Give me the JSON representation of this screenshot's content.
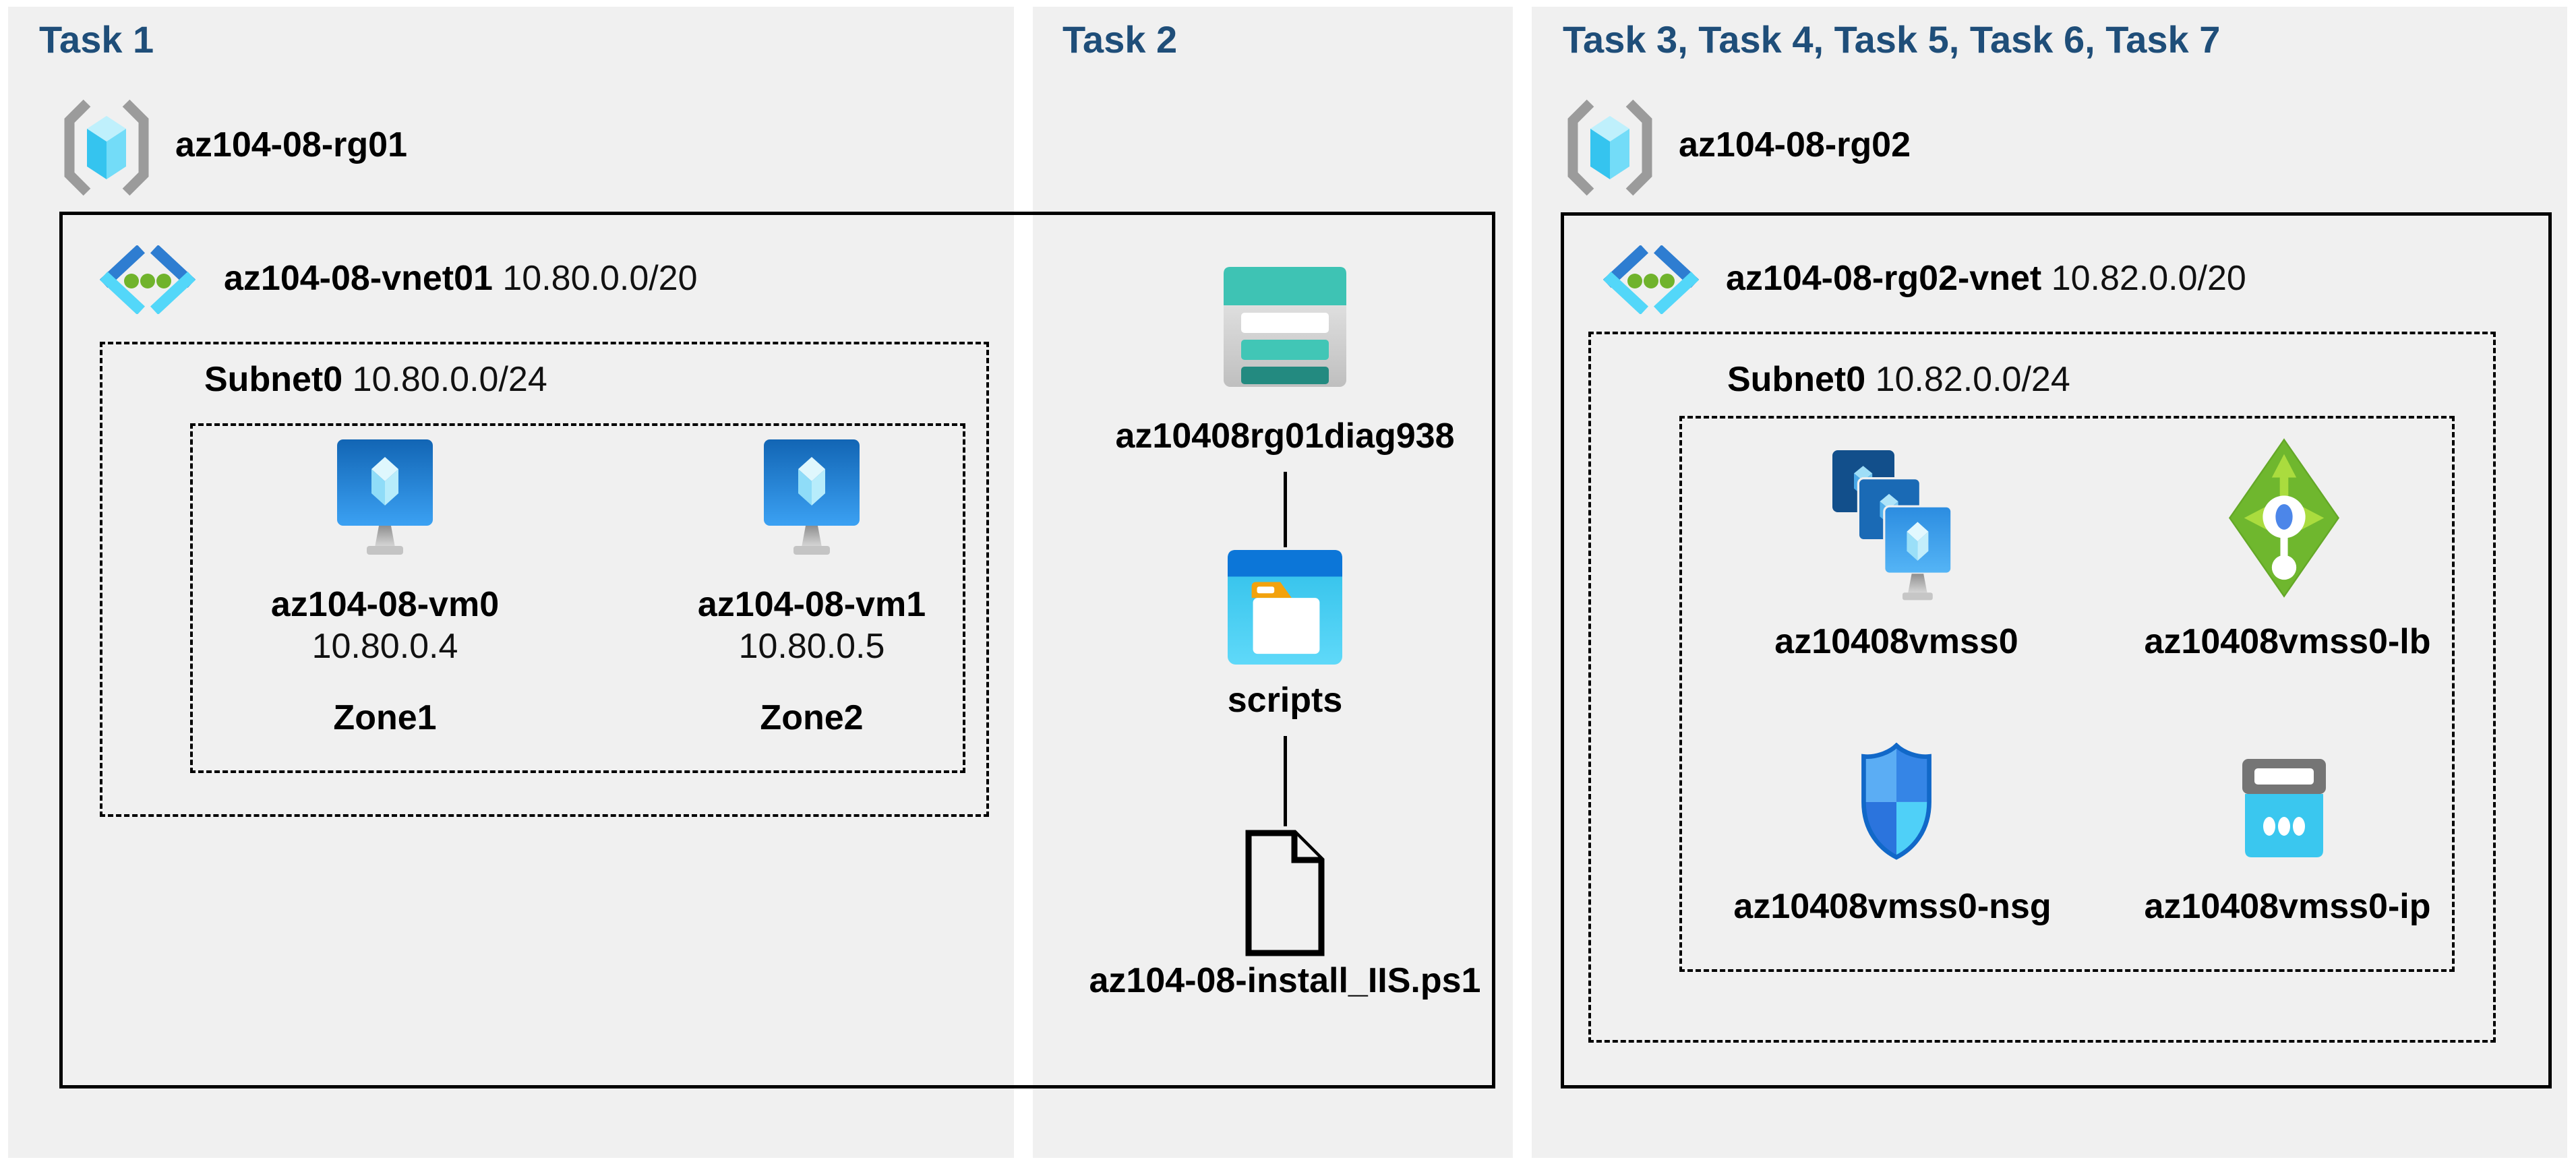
{
  "colors": {
    "header_text": "#1f4e79",
    "panel_background": "#f0f0f0",
    "outline": "#000000",
    "vnet_blue": "#2e7dd1",
    "vnet_cyan": "#53d7f9",
    "vnet_green_dot": "#70b32c",
    "storage_teal": "#3ec3b4",
    "folder_orange": "#f2a20d",
    "lb_green": "#6fb72e",
    "ip_cyan": "#3ac7ef"
  },
  "panels": [
    {
      "title": "Task 1",
      "resource_group": {
        "name": "az104-08-rg01",
        "icon": "resource-group-icon"
      },
      "vnet": {
        "name": "az104-08-vnet01",
        "cidr": "10.80.0.0/20",
        "icon": "virtual-network-icon"
      },
      "subnet": {
        "name": "Subnet0",
        "cidr": "10.80.0.0/24"
      },
      "vms": [
        {
          "name": "az104-08-vm0",
          "ip": "10.80.0.4",
          "zone": "Zone1",
          "icon": "virtual-machine-icon"
        },
        {
          "name": "az104-08-vm1",
          "ip": "10.80.0.5",
          "zone": "Zone2",
          "icon": "virtual-machine-icon"
        }
      ]
    },
    {
      "title": "Task 2",
      "items": [
        {
          "label": "az10408rg01diag938",
          "icon": "storage-account-icon"
        },
        {
          "label": "scripts",
          "icon": "blob-container-folder-icon"
        },
        {
          "label": "az104-08-install_IIS.ps1",
          "icon": "script-file-icon"
        }
      ]
    },
    {
      "title": "Task 3, Task 4, Task 5, Task 6, Task 7",
      "resource_group": {
        "name": "az104-08-rg02",
        "icon": "resource-group-icon"
      },
      "vnet": {
        "name": "az104-08-rg02-vnet",
        "cidr": "10.82.0.0/20",
        "icon": "virtual-network-icon"
      },
      "subnet": {
        "name": "Subnet0",
        "cidr": "10.82.0.0/24"
      },
      "resources": [
        {
          "name": "az10408vmss0",
          "icon": "vm-scale-set-icon"
        },
        {
          "name": "az10408vmss0-lb",
          "icon": "load-balancer-icon"
        },
        {
          "name": "az10408vmss0-nsg",
          "icon": "network-security-group-icon"
        },
        {
          "name": "az10408vmss0-ip",
          "icon": "public-ip-icon"
        }
      ]
    }
  ]
}
